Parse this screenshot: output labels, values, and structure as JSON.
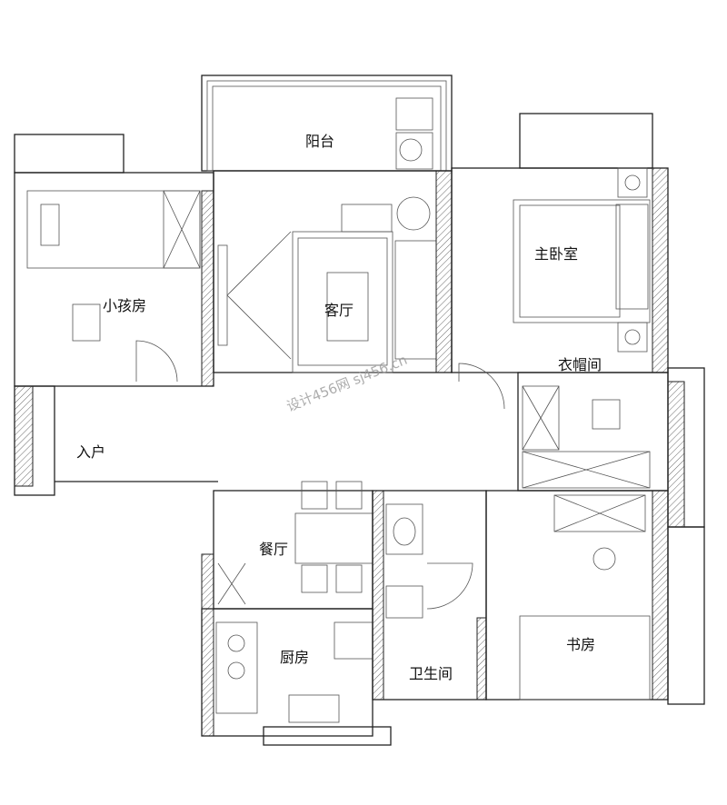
{
  "rooms": {
    "balcony": "阳台",
    "child_room": "小孩房",
    "living_room": "客厅",
    "master_bedroom": "主卧室",
    "walk_in_closet": "衣帽间",
    "entrance": "入户",
    "dining_room": "餐厅",
    "kitchen": "厨房",
    "bathroom": "卫生间",
    "study": "书房"
  },
  "watermark": "设计456网 sj456.cn"
}
